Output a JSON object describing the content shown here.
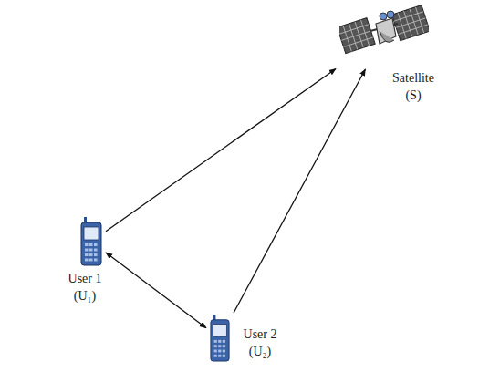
{
  "diagram": {
    "nodes": [
      {
        "text": [
          "Satellite (S)"
        ]
      },
      {
        "text": [
          "User 1 (U₁)"
        ]
      },
      {
        "text": [
          "User 2 (U₂)"
        ]
      }
    ],
    "edges": [
      {
        "from": 1,
        "to": 0,
        "arrow": "to"
      },
      {
        "from": 2,
        "to": 0,
        "arrow": "to"
      },
      {
        "from": 1,
        "to": 2,
        "arrow": "both"
      }
    ]
  }
}
